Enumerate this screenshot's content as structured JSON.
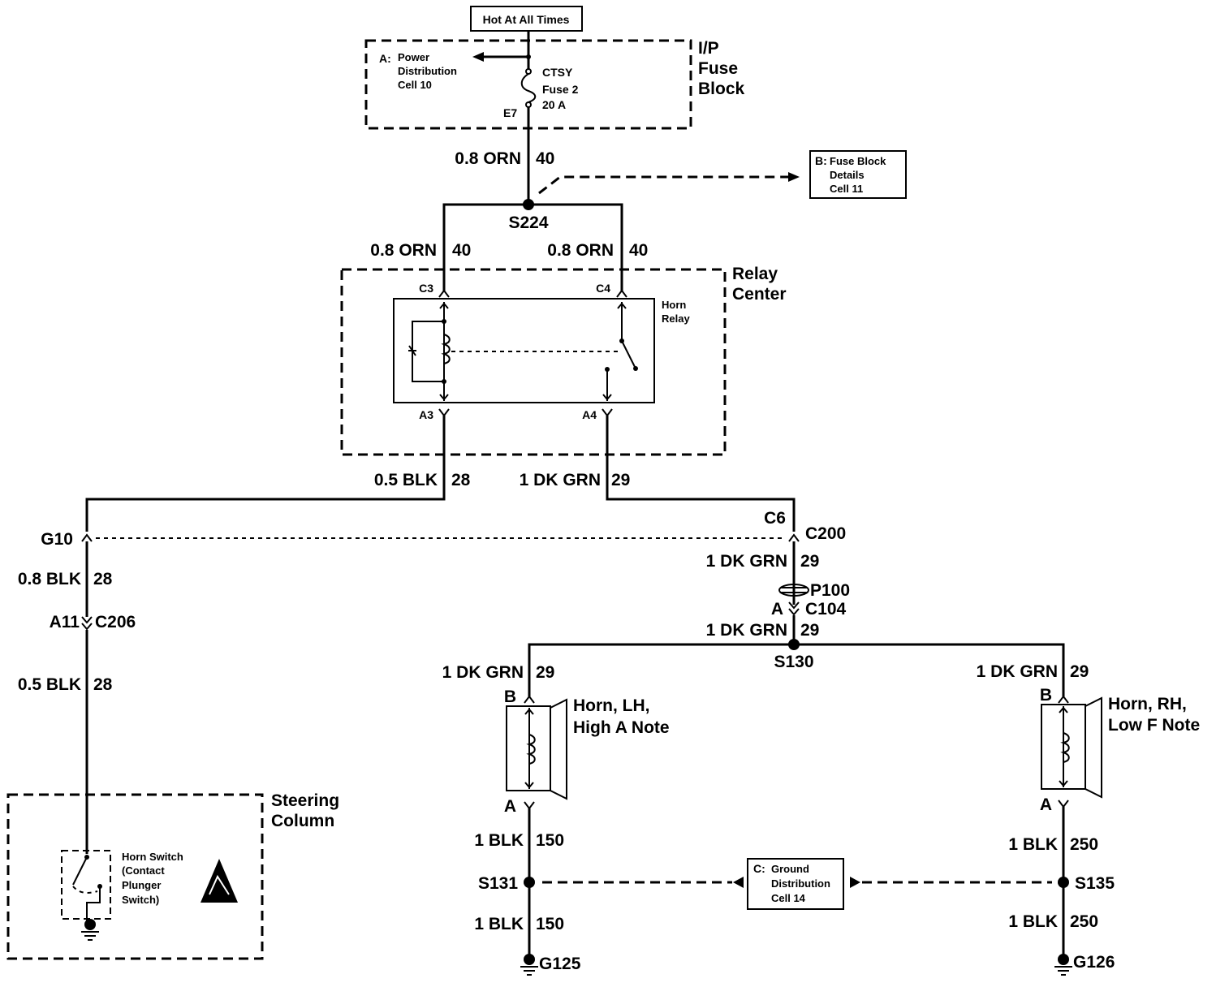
{
  "header": {
    "hot_label": "Hot At All Times"
  },
  "fuse_block": {
    "title_line1": "I/P",
    "title_line2": "Fuse",
    "title_line3": "Block",
    "ref_letter": "A:",
    "ref_line1": "Power",
    "ref_line2": "Distribution",
    "ref_line3": "Cell 10",
    "fuse_line1": "CTSY",
    "fuse_line2": "Fuse 2",
    "fuse_line3": "20 A",
    "terminal": "E7"
  },
  "detail_ref": {
    "letter": "B:",
    "line1": "Fuse Block",
    "line2": "Details",
    "line3": "Cell 11"
  },
  "ground_ref": {
    "letter": "C:",
    "line1": "Ground",
    "line2": "Distribution",
    "line3": "Cell 14"
  },
  "wires": {
    "feed": "0.8 ORN",
    "feed_circuit": "40",
    "c3_wire": "0.8 ORN",
    "c3_circuit": "40",
    "c4_wire": "0.8 ORN",
    "c4_circuit": "40",
    "a3_wire": "0.5 BLK",
    "a3_circuit": "28",
    "a4_wire": "1 DK GRN",
    "a4_circuit": "29",
    "g10_wire": "0.8 BLK",
    "g10_circuit": "28",
    "c206_wire": "0.5 BLK",
    "c206_circuit": "28",
    "c200_wire": "1 DK GRN",
    "c200_circuit": "29",
    "c104_wire": "1 DK GRN",
    "c104_circuit": "29",
    "lh_wire": "1 DK GRN",
    "lh_circuit": "29",
    "rh_wire": "1 DK GRN",
    "rh_circuit": "29",
    "lh_gnd_wire1": "1 BLK",
    "lh_gnd_circuit1": "150",
    "lh_gnd_wire2": "1 BLK",
    "lh_gnd_circuit2": "150",
    "rh_gnd_wire1": "1 BLK",
    "rh_gnd_circuit1": "250",
    "rh_gnd_wire2": "1 BLK",
    "rh_gnd_circuit2": "250"
  },
  "splices": {
    "s224": "S224",
    "s130": "S130",
    "s131": "S131",
    "s135": "S135"
  },
  "relay_center": {
    "title_line1": "Relay",
    "title_line2": "Center",
    "relay_line1": "Horn",
    "relay_line2": "Relay",
    "pin_c3": "C3",
    "pin_c4": "C4",
    "pin_a3": "A3",
    "pin_a4": "A4"
  },
  "connectors": {
    "g10": "G10",
    "c6": "C6",
    "c200": "C200",
    "p100": "P100",
    "a_c104": "A",
    "c104": "C104",
    "a11": "A11",
    "c206": "C206",
    "lh_b": "B",
    "lh_a": "A",
    "rh_b": "B",
    "rh_a": "A"
  },
  "horns": {
    "lh_line1": "Horn, LH,",
    "lh_line2": "High A Note",
    "rh_line1": "Horn, RH,",
    "rh_line2": "Low F Note"
  },
  "steering": {
    "title_line1": "Steering",
    "title_line2": "Column",
    "switch_line1": "Horn Switch",
    "switch_line2": "(Contact",
    "switch_line3": "Plunger",
    "switch_line4": "Switch)"
  },
  "grounds": {
    "g125": "G125",
    "g126": "G126"
  }
}
